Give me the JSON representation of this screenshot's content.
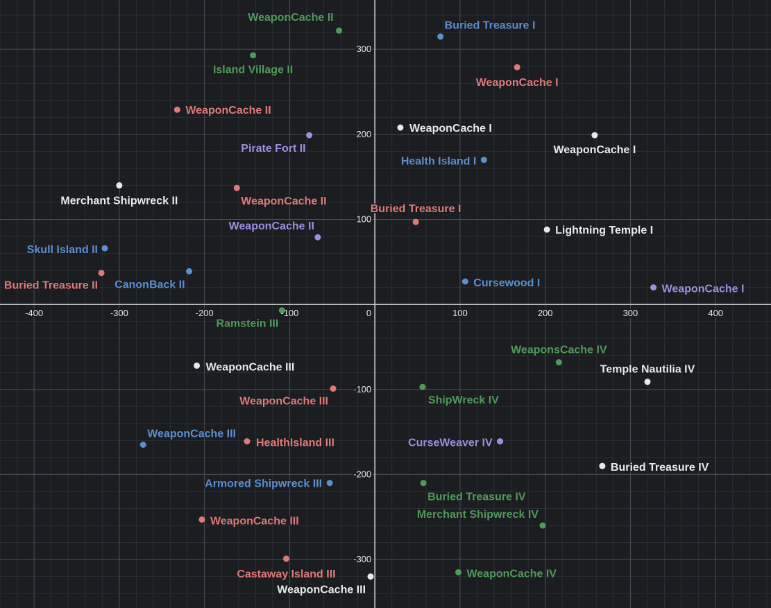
{
  "colors": {
    "background": "#1b1d21",
    "grid_minor": "#2b2f35",
    "grid_major": "#4a4f57",
    "axis": "#d9d9d9",
    "blue": "#5b8fd1",
    "red": "#e07a7a",
    "green": "#4f9a5a",
    "purple": "#9d8fe0",
    "white": "#e9e9e9"
  },
  "chart_data": {
    "type": "scatter",
    "xlim": [
      -440,
      465
    ],
    "ylim": [
      -357,
      358
    ],
    "x_ticks": [
      -400,
      -300,
      -200,
      -100,
      0,
      100,
      200,
      300,
      400
    ],
    "y_ticks": [
      300,
      200,
      100,
      -100,
      -200,
      -300
    ],
    "major_step": 100,
    "minor_step": 20,
    "grid": true,
    "points": [
      {
        "label": "WeaponCache II",
        "x": -42,
        "y": 322,
        "color": "green",
        "label_anchor": "end",
        "label_dx": -8,
        "label_dy": -14
      },
      {
        "label": "Island Village II",
        "x": -143,
        "y": 293,
        "color": "green",
        "label_anchor": "middle",
        "label_dx": 0,
        "label_dy": 26
      },
      {
        "label": "Buried Treasure I",
        "x": 77,
        "y": 315,
        "color": "blue",
        "label_anchor": "start",
        "label_dx": 6,
        "label_dy": -11
      },
      {
        "label": "WeaponCache I",
        "x": 167,
        "y": 279,
        "color": "red",
        "label_anchor": "middle",
        "label_dx": 0,
        "label_dy": 27
      },
      {
        "label": "WeaponCache II",
        "x": -232,
        "y": 229,
        "color": "red",
        "label_anchor": "start",
        "label_dx": 12,
        "label_dy": 6
      },
      {
        "label": "WeaponCache I",
        "x": 30,
        "y": 208,
        "color": "white",
        "label_anchor": "start",
        "label_dx": 13,
        "label_dy": 6
      },
      {
        "label": "WeaponCache I",
        "x": 258,
        "y": 199,
        "color": "white",
        "label_anchor": "middle",
        "label_dx": 0,
        "label_dy": 26
      },
      {
        "label": "Pirate Fort II",
        "x": -77,
        "y": 199,
        "color": "purple",
        "label_anchor": "end",
        "label_dx": -5,
        "label_dy": 24
      },
      {
        "label": "Health Island I",
        "x": 128,
        "y": 170,
        "color": "blue",
        "label_anchor": "end",
        "label_dx": -11,
        "label_dy": 7
      },
      {
        "label": "Merchant Shipwreck II",
        "x": -300,
        "y": 140,
        "color": "white",
        "label_anchor": "middle",
        "label_dx": 0,
        "label_dy": 27
      },
      {
        "label": "WeaponCache II",
        "x": -162,
        "y": 137,
        "color": "red",
        "label_anchor": "start",
        "label_dx": 6,
        "label_dy": 24
      },
      {
        "label": "Buried Treasure I",
        "x": 48,
        "y": 97,
        "color": "red",
        "label_anchor": "middle",
        "label_dx": 0,
        "label_dy": -14
      },
      {
        "label": "Lightning Temple I",
        "x": 202,
        "y": 88,
        "color": "white",
        "label_anchor": "start",
        "label_dx": 12,
        "label_dy": 6
      },
      {
        "label": "WeaponCache II",
        "x": -67,
        "y": 79,
        "color": "purple",
        "label_anchor": "end",
        "label_dx": -5,
        "label_dy": -11
      },
      {
        "label": "Skull Island II",
        "x": -317,
        "y": 66,
        "color": "blue",
        "label_anchor": "end",
        "label_dx": -10,
        "label_dy": 7
      },
      {
        "label": "CanonBack II",
        "x": -218,
        "y": 39,
        "color": "blue",
        "label_anchor": "end",
        "label_dx": -6,
        "label_dy": 24
      },
      {
        "label": "Buried Treasure II",
        "x": -321,
        "y": 37,
        "color": "red",
        "label_anchor": "end",
        "label_dx": -5,
        "label_dy": 23
      },
      {
        "label": "Cursewood I",
        "x": 106,
        "y": 27,
        "color": "blue",
        "label_anchor": "start",
        "label_dx": 12,
        "label_dy": 7
      },
      {
        "label": "WeaponCache I",
        "x": 327,
        "y": 20,
        "color": "purple",
        "label_anchor": "start",
        "label_dx": 12,
        "label_dy": 7
      },
      {
        "label": "Ramstein III",
        "x": -109,
        "y": -7,
        "color": "green",
        "label_anchor": "end",
        "label_dx": -5,
        "label_dy": 24
      },
      {
        "label": "WeaponsCache IV",
        "x": 216,
        "y": -68,
        "color": "green",
        "label_anchor": "middle",
        "label_dx": 0,
        "label_dy": -13
      },
      {
        "label": "WeaponCache III",
        "x": -209,
        "y": -72,
        "color": "white",
        "label_anchor": "start",
        "label_dx": 13,
        "label_dy": 7
      },
      {
        "label": "Temple Nautilia IV",
        "x": 320,
        "y": -91,
        "color": "white",
        "label_anchor": "middle",
        "label_dx": 0,
        "label_dy": -13
      },
      {
        "label": "ShipWreck IV",
        "x": 56,
        "y": -97,
        "color": "green",
        "label_anchor": "start",
        "label_dx": 8,
        "label_dy": 24
      },
      {
        "label": "WeaponCache III",
        "x": -49,
        "y": -99,
        "color": "red",
        "label_anchor": "end",
        "label_dx": -7,
        "label_dy": 23
      },
      {
        "label": "CurseWeaver IV",
        "x": 147,
        "y": -161,
        "color": "purple",
        "label_anchor": "end",
        "label_dx": -11,
        "label_dy": 7
      },
      {
        "label": "WeaponCache III",
        "x": -272,
        "y": -165,
        "color": "blue",
        "label_anchor": "start",
        "label_dx": 6,
        "label_dy": -11
      },
      {
        "label": "HealthIsland III",
        "x": -150,
        "y": -161,
        "color": "red",
        "label_anchor": "start",
        "label_dx": 13,
        "label_dy": 7
      },
      {
        "label": "Buried Treasure IV",
        "x": 267,
        "y": -190,
        "color": "white",
        "label_anchor": "start",
        "label_dx": 12,
        "label_dy": 7
      },
      {
        "label": "Armored Shipwreck III",
        "x": -53,
        "y": -210,
        "color": "blue",
        "label_anchor": "end",
        "label_dx": -11,
        "label_dy": 6
      },
      {
        "label": "Buried Treasure IV",
        "x": 57,
        "y": -210,
        "color": "green",
        "label_anchor": "start",
        "label_dx": 6,
        "label_dy": 25
      },
      {
        "label": "WeaponCache III",
        "x": -203,
        "y": -253,
        "color": "red",
        "label_anchor": "start",
        "label_dx": 12,
        "label_dy": 7
      },
      {
        "label": "Merchant Shipwreck IV",
        "x": 197,
        "y": -260,
        "color": "green",
        "label_anchor": "end",
        "label_dx": -6,
        "label_dy": -11
      },
      {
        "label": "Castaway Island III",
        "x": -104,
        "y": -299,
        "color": "red",
        "label_anchor": "middle",
        "label_dx": 0,
        "label_dy": 27
      },
      {
        "label": "WeaponCache IV",
        "x": 98,
        "y": -315,
        "color": "green",
        "label_anchor": "start",
        "label_dx": 12,
        "label_dy": 7
      },
      {
        "label": "WeaponCache III",
        "x": -5,
        "y": -320,
        "color": "white",
        "label_anchor": "end",
        "label_dx": -7,
        "label_dy": 24
      }
    ]
  }
}
